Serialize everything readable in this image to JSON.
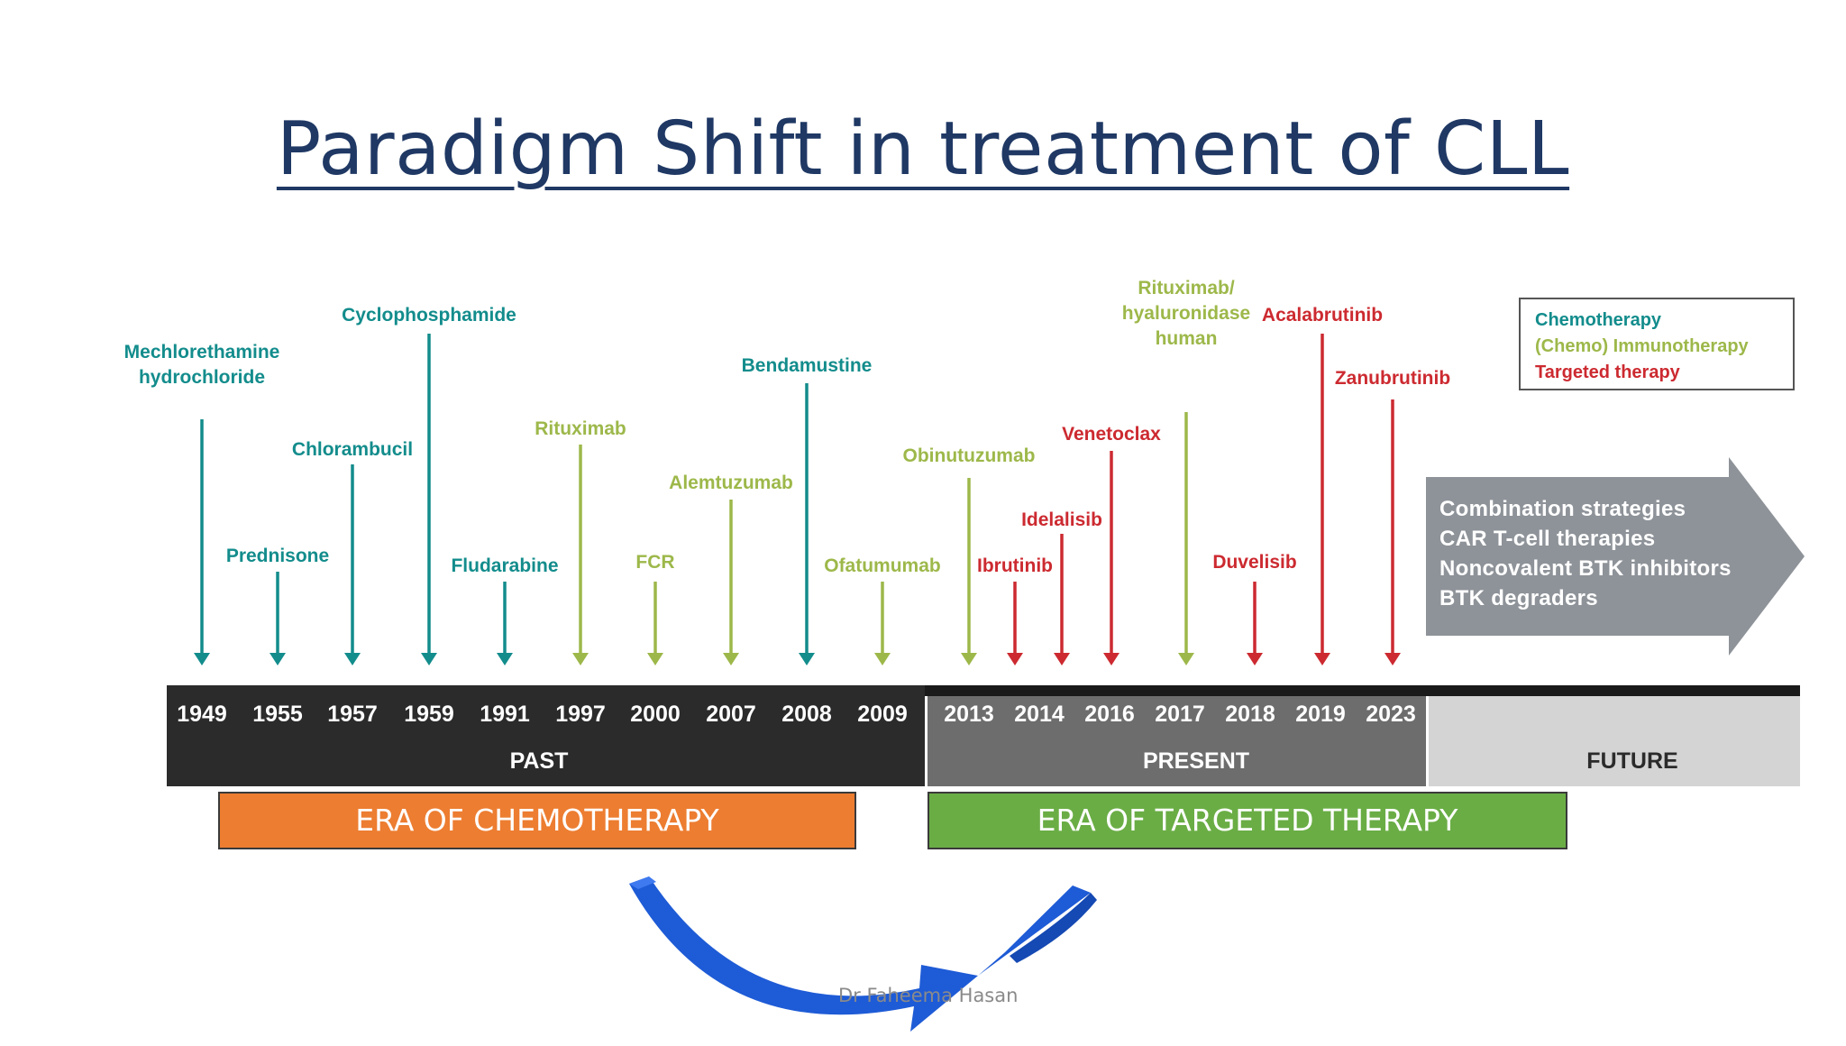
{
  "title": "Paradigm Shift in treatment of CLL",
  "legend": {
    "chemotherapy": "Chemotherapy",
    "chemo_immunotherapy": "(Chemo) Immunotherapy",
    "targeted": "Targeted therapy"
  },
  "colors": {
    "chemotherapy": "#138c8c",
    "chemo_immunotherapy": "#9db84a",
    "targeted": "#cc2a30",
    "past_bar": "#2b2b2b",
    "present_bar": "#6d6d6d",
    "future_bar": "#d4d4d4",
    "era_chemo": "#ed7d31",
    "era_targeted": "#6aad45",
    "curved_arrow": "#1e5bd6"
  },
  "drugs": [
    {
      "label": [
        "Mechlorethamine",
        "hydrochloride"
      ],
      "year": "1949",
      "category": "chemotherapy"
    },
    {
      "label": [
        "Prednisone"
      ],
      "year": "1955",
      "category": "chemotherapy"
    },
    {
      "label": [
        "Chlorambucil"
      ],
      "year": "1957",
      "category": "chemotherapy"
    },
    {
      "label": [
        "Cyclophosphamide"
      ],
      "year": "1959",
      "category": "chemotherapy"
    },
    {
      "label": [
        "Fludarabine"
      ],
      "year": "1991",
      "category": "chemotherapy"
    },
    {
      "label": [
        "Rituximab"
      ],
      "year": "1997",
      "category": "chemo_immunotherapy"
    },
    {
      "label": [
        "FCR"
      ],
      "year": "2000",
      "category": "chemo_immunotherapy"
    },
    {
      "label": [
        "Alemtuzumab"
      ],
      "year": "2007",
      "category": "chemo_immunotherapy"
    },
    {
      "label": [
        "Bendamustine"
      ],
      "year": "2008",
      "category": "chemotherapy"
    },
    {
      "label": [
        "Ofatumumab"
      ],
      "year": "2009",
      "category": "chemo_immunotherapy"
    },
    {
      "label": [
        "Obinutuzumab"
      ],
      "year": "2013",
      "category": "chemo_immunotherapy"
    },
    {
      "label": [
        "Ibrutinib"
      ],
      "year": "2014",
      "category": "targeted"
    },
    {
      "label": [
        "Idelalisib"
      ],
      "year": "2014",
      "category": "targeted"
    },
    {
      "label": [
        "Venetoclax"
      ],
      "year": "2016",
      "category": "targeted"
    },
    {
      "label": [
        "Rituximab/",
        "hyaluronidase",
        "human"
      ],
      "year": "2017",
      "category": "chemo_immunotherapy"
    },
    {
      "label": [
        "Duvelisib"
      ],
      "year": "2018",
      "category": "targeted"
    },
    {
      "label": [
        "Acalabrutinib"
      ],
      "year": "2019",
      "category": "targeted"
    },
    {
      "label": [
        "Zanubrutinib"
      ],
      "year": "2023",
      "category": "targeted"
    }
  ],
  "periods": {
    "past": {
      "label": "PAST",
      "years": [
        "1949",
        "1955",
        "1957",
        "1959",
        "1991",
        "1997",
        "2000",
        "2007",
        "2008",
        "2009"
      ]
    },
    "present": {
      "label": "PRESENT",
      "years": [
        "2013",
        "2014",
        "2016",
        "2017",
        "2018",
        "2019",
        "2023"
      ]
    },
    "future": {
      "label": "FUTURE"
    }
  },
  "future_items": [
    "Combination strategies",
    "CAR T-cell therapies",
    "Noncovalent BTK inhibitors",
    "BTK degraders"
  ],
  "eras": {
    "chemotherapy": "ERA OF CHEMOTHERAPY",
    "targeted": "ERA OF TARGETED THERAPY"
  },
  "footer": "Dr Faheema Hasan"
}
